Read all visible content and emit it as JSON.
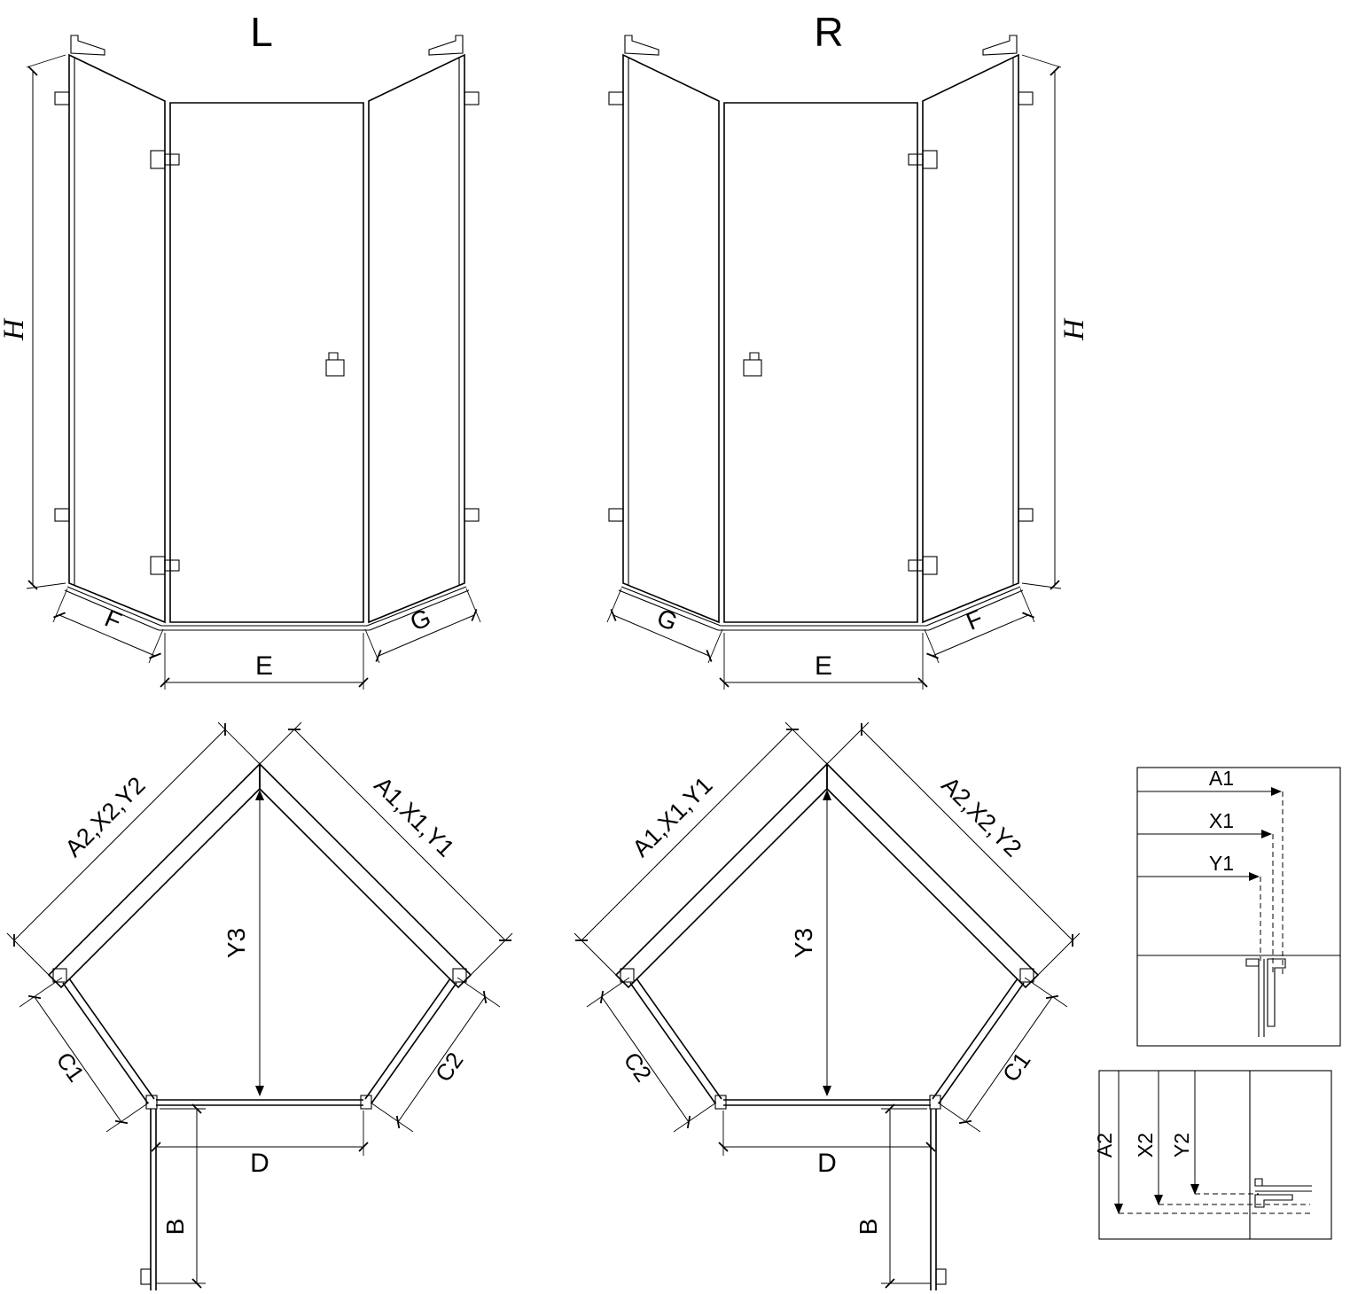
{
  "page": {
    "background": "#ffffff",
    "line_color": "#000000"
  },
  "elevation_left": {
    "label": "L",
    "dims": {
      "height": "H",
      "left": "F",
      "center": "E",
      "right": "G"
    }
  },
  "elevation_right": {
    "label": "R",
    "dims": {
      "height": "H",
      "left": "G",
      "center": "E",
      "right": "F"
    }
  },
  "plan_left": {
    "dims": {
      "wall_upper_left": "A2,X2,Y2",
      "wall_upper_right": "A1,X1,Y1",
      "center_vertical": "Y3",
      "panel_lower_left": "C1",
      "panel_lower_right": "C2",
      "front_width": "D",
      "door_return": "B"
    }
  },
  "plan_right": {
    "dims": {
      "wall_upper_left": "A1,X1,Y1",
      "wall_upper_right": "A2,X2,Y2",
      "center_vertical": "Y3",
      "panel_lower_left": "C2",
      "panel_lower_right": "C1",
      "front_width": "D",
      "door_return": "B"
    }
  },
  "detail_horizontal": {
    "dims": [
      "A1",
      "X1",
      "Y1"
    ]
  },
  "detail_vertical": {
    "dims": [
      "A2",
      "X2",
      "Y2"
    ]
  }
}
